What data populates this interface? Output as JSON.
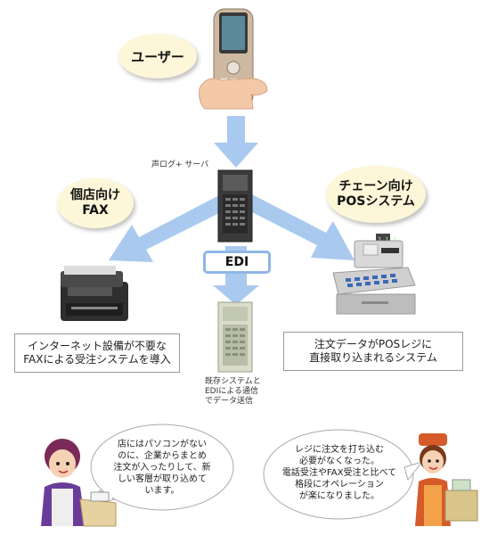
{
  "user_bubble": "ユーザー",
  "server_label": "声ログ+ サーバ",
  "fax_bubble": [
    "個店向け",
    "FAX"
  ],
  "pos_bubble": [
    "チェーン向け",
    "POSシステム"
  ],
  "edi_label": "EDI",
  "pos_display": "1 1 1",
  "legacy_label": [
    "既存システムと",
    "EDIによる通信",
    "でデータ送信"
  ],
  "fax_box": [
    "インターネット設備が不要な",
    "FAXによる受注システムを導入"
  ],
  "pos_box": [
    "注文データがPOSレジに",
    "直接取り込まれるシステム"
  ],
  "left_speech": [
    "店にはパソコンがない",
    "のに、企業からまとめ",
    "注文が入ったりして、新",
    "しい客層が取り込めて",
    "います。"
  ],
  "right_speech": [
    "レジに注文を打ち込む",
    "必要がなくなった。",
    "電話受注やFAX受注と比べて",
    "格段にオペレーション",
    "が楽になりました。"
  ],
  "colors": {
    "arrow": "#a9c9ee",
    "bubble": "#fdf6d8",
    "edi_border": "#8fb6e6"
  }
}
